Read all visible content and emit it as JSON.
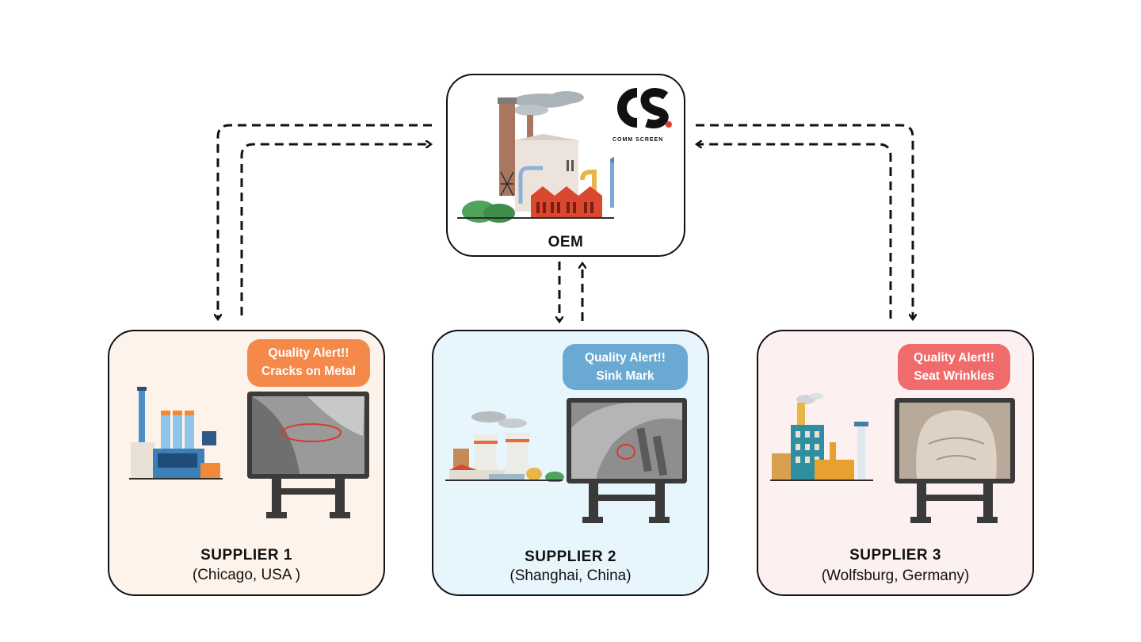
{
  "oem": {
    "title": "OEM",
    "logo_text": "COMM SCREEN",
    "logo_letters": "CS",
    "icon": "factory-icon"
  },
  "suppliers": [
    {
      "title": "SUPPLIER 1",
      "location": "(Chicago, USA )",
      "alert_line1": "Quality Alert!!",
      "alert_line2": "Cracks on Metal",
      "alert_color": "#f4894a",
      "bg_color": "#fdf3ea"
    },
    {
      "title": "SUPPLIER 2",
      "location": "(Shanghai, China)",
      "alert_line1": "Quality Alert!!",
      "alert_line2": "Sink Mark",
      "alert_color": "#6aaad2",
      "bg_color": "#e7f5fc"
    },
    {
      "title": "SUPPLIER 3",
      "location": "(Wolfsburg, Germany)",
      "alert_line1": "Quality Alert!!",
      "alert_line2": "Seat Wrinkles",
      "alert_color": "#f06b6b",
      "bg_color": "#fdf0f0"
    }
  ],
  "colors": {
    "arrow": "#111111",
    "defect_marker": "#d63a2f"
  }
}
